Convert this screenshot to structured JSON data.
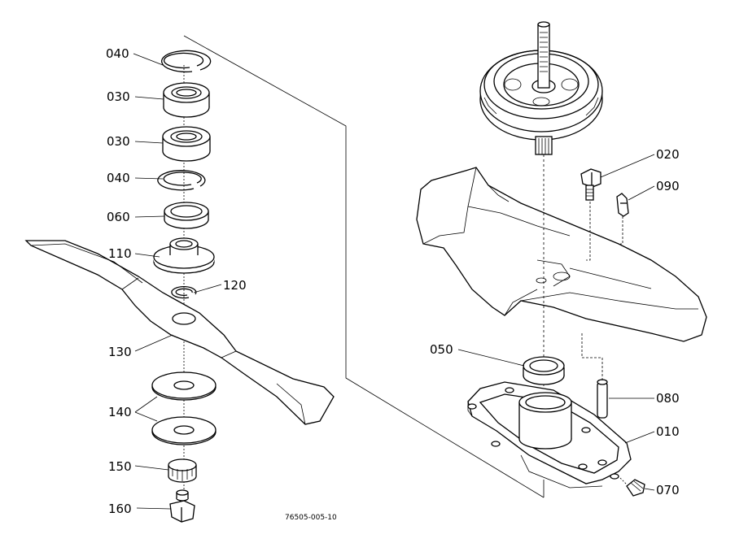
{
  "labels": {
    "p010": "010",
    "p020": "020",
    "p030a": "030",
    "p030b": "030",
    "p040a": "040",
    "p040b": "040",
    "p050": "050",
    "p060": "060",
    "p070": "070",
    "p080": "080",
    "p090": "090",
    "p110": "110",
    "p120": "120",
    "p130": "130",
    "p140": "140",
    "p150": "150",
    "p160": "160"
  },
  "drawing_code": "76505-005-10"
}
